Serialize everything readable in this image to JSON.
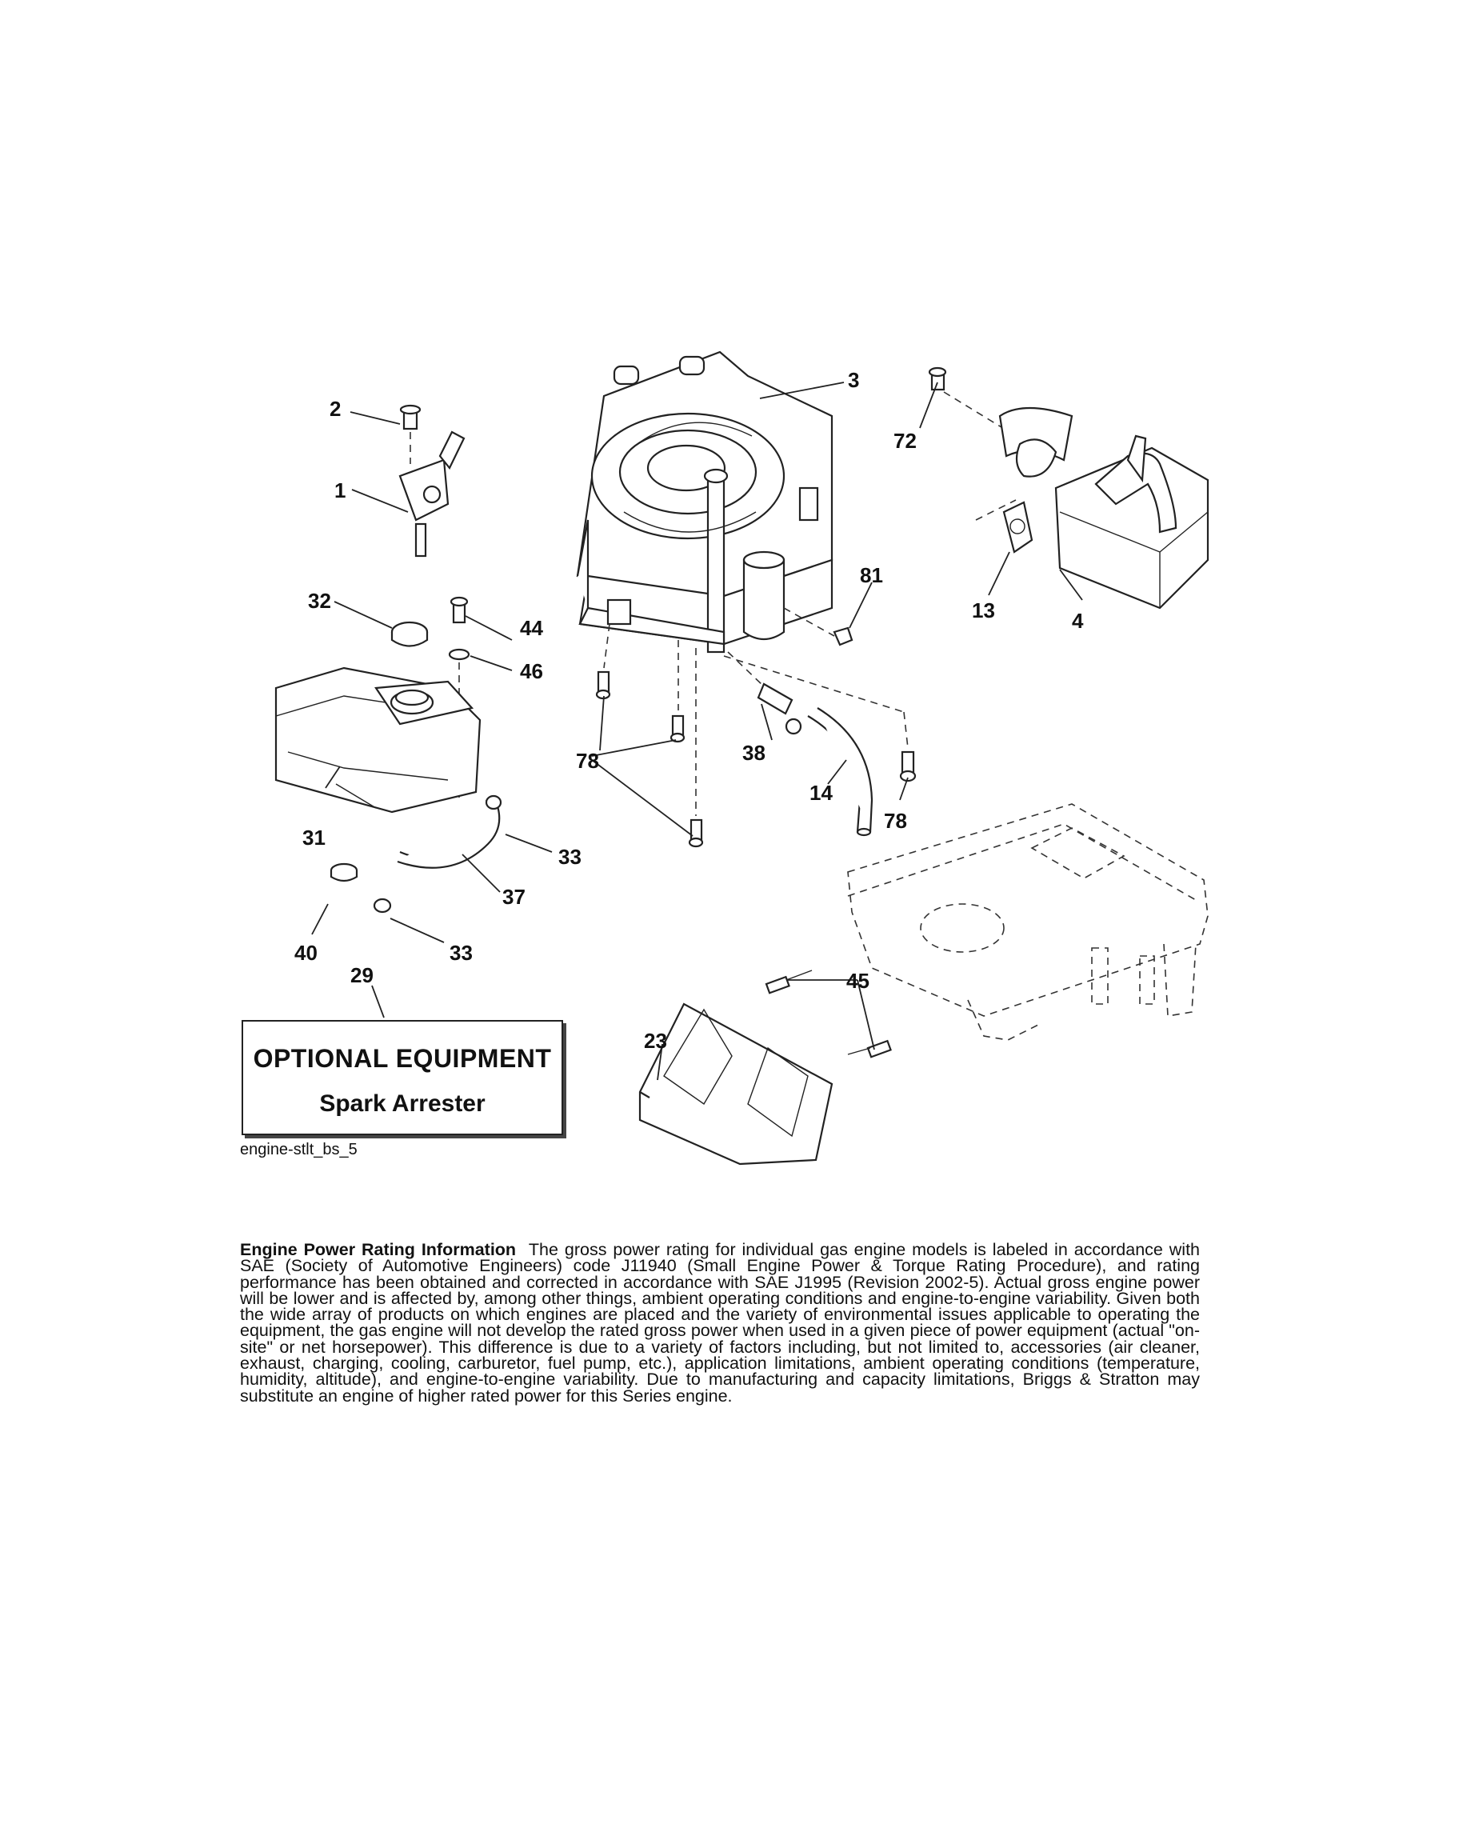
{
  "callouts": {
    "c1": "1",
    "c2": "2",
    "c3": "3",
    "c4": "4",
    "c13": "13",
    "c14": "14",
    "c23": "23",
    "c29": "29",
    "c31": "31",
    "c32": "32",
    "c33a": "33",
    "c33b": "33",
    "c37": "37",
    "c38": "38",
    "c40": "40",
    "c44": "44",
    "c45": "45",
    "c46": "46",
    "c72": "72",
    "c78a": "78",
    "c78b": "78",
    "c81": "81"
  },
  "optional_box": {
    "title": "OPTIONAL EQUIPMENT",
    "subtitle": "Spark Arrester"
  },
  "figure_code": "engine-stlt_bs_5",
  "info": {
    "heading": "Engine Power Rating Information",
    "text": "The gross power rating for individual gas engine models is labeled in accordance with SAE (Society of Automotive Engineers) code J11940 (Small Engine Power & Torque Rating Procedure), and rating performance has been obtained and corrected in accordance with SAE J1995 (Revision 2002-5). Actual gross engine power will be lower and is affected by, among other things, ambient operating conditions and engine-to-engine variability. Given both the wide array of products on which engines are placed and the variety of environmental issues applicable to operating the equipment, the gas engine will not develop the rated gross power when used in a given piece of power equipment (actual \"on-site\" or net horsepower). This difference is due to a variety of factors including, but not limited to, accessories (air cleaner, exhaust, charging, cooling, carburetor, fuel pump, etc.), application limitations, ambient operating conditions (temperature, humidity, altitude), and engine-to-engine variability. Due to manufacturing and capacity limitations, Briggs & Stratton may substitute an engine of higher rated power for this Series engine."
  }
}
